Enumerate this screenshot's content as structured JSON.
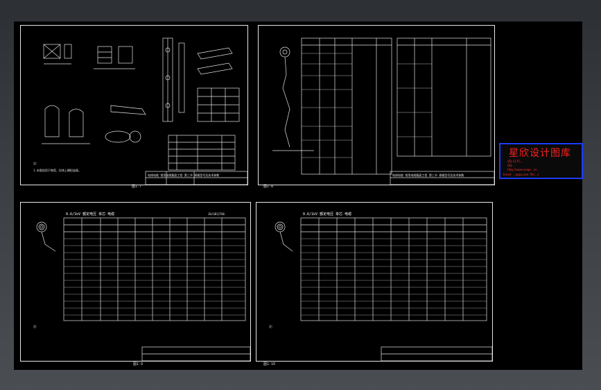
{
  "sheets": {
    "s1": {
      "page": "图1-7",
      "title_block": "电线电缆 常用电缆截面工程 第三节 规格型号及技术参数"
    },
    "s2": {
      "page": "图1-8",
      "title_block": "电线电缆 常用电缆截面工程 第三节 规格型号及技术参数"
    },
    "s3": {
      "page": "图1-9",
      "header": "0.6/1kV 额定电压 单芯 电缆",
      "code": "JB/GB12706",
      "note": "注："
    },
    "s4": {
      "page": "图1-10",
      "header": "0.6/1kV 额定电压 单芯 电缆",
      "note": "注："
    }
  },
  "watermark": {
    "title": "星欣设计图库",
    "line1": "QQ:1175...",
    "line2": "QQ:... ",
    "line3": "http://www.xinge...cn",
    "line4": "Email: ...@qq.com (Tel:...)"
  },
  "colors": {
    "line": "#e6e6e6",
    "watermark_border": "#1a3cff",
    "watermark_text": "#ff2020"
  }
}
